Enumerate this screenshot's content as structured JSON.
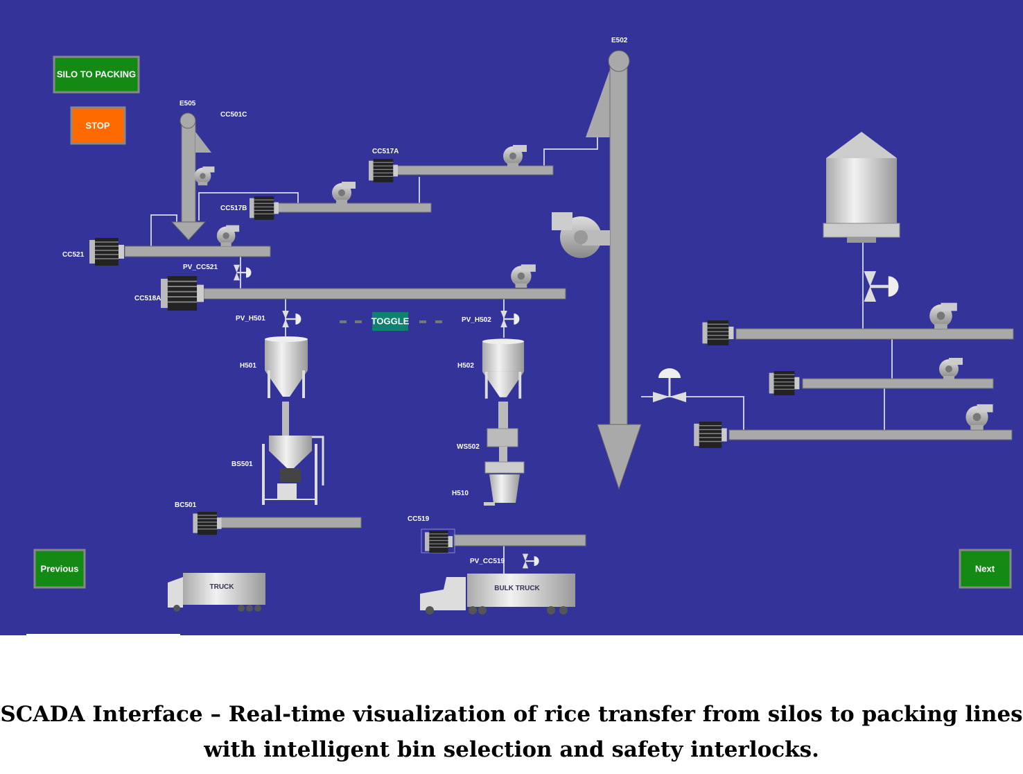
{
  "colors": {
    "background": "#333399",
    "green_button": "#138a13",
    "stop_button": "#ff6a00",
    "toggle": "#108070",
    "equipment": "#a9a9a9"
  },
  "buttons": {
    "silo_to_packing": "SILO TO PACKING",
    "stop": "STOP",
    "toggle": "TOGGLE",
    "previous": "Previous",
    "next": "Next"
  },
  "labels": {
    "e505": "E505",
    "cc501c": "CC501C",
    "cc517a": "CC517A",
    "cc517b": "CC517B",
    "cc521": "CC521",
    "pv_cc521": "PV_CC521",
    "cc518a": "CC518A",
    "pv_h501": "PV_H501",
    "pv_h502": "PV_H502",
    "h501": "H501",
    "h502": "H502",
    "bs501": "BS501",
    "ws502": "WS502",
    "h510": "H510",
    "bc501": "BC501",
    "cc519": "CC519",
    "pv_cc519": "PV_CC519",
    "e502": "E502"
  },
  "trucks": {
    "truck": "TRUCK",
    "bulk_truck": "BULK TRUCK"
  },
  "caption": {
    "line1": "SCADA Interface – Real-time visualization of rice transfer from silos to packing lines",
    "line2": "with intelligent bin selection and safety interlocks."
  }
}
